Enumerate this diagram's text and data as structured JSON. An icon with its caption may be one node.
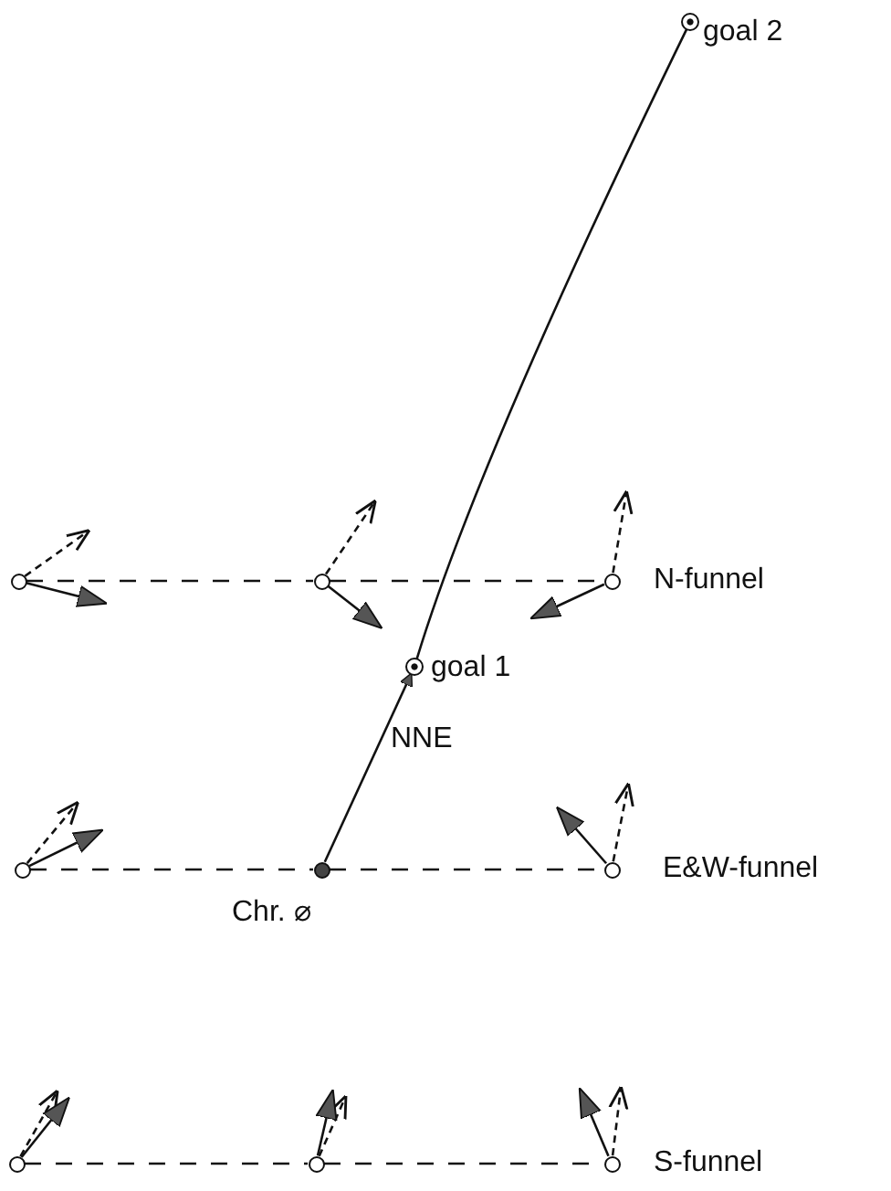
{
  "diagram": {
    "nodes": [
      {
        "text": [
          "goal 2"
        ]
      },
      {
        "text": [],
        "shape": "circle"
      },
      {
        "text": [],
        "shape": "circle"
      },
      {
        "text": [],
        "shape": "circle"
      },
      {
        "text": [
          "goal 1"
        ]
      },
      {
        "text": [],
        "shape": "circle"
      },
      {
        "text": [
          "Chr. ⌀"
        ]
      },
      {
        "text": [],
        "shape": "circle"
      },
      {
        "text": [],
        "shape": "circle"
      },
      {
        "text": [],
        "shape": "circle"
      },
      {
        "text": [],
        "shape": "circle"
      }
    ],
    "edges": [
      {
        "from": 1,
        "to": 2,
        "arrow": "none",
        "style": "dashed"
      },
      {
        "from": 2,
        "to": 3,
        "arrow": "none",
        "style": "dashed"
      },
      {
        "from": 5,
        "to": 6,
        "arrow": "none",
        "style": "dashed"
      },
      {
        "from": 6,
        "to": 7,
        "arrow": "none",
        "style": "dashed"
      },
      {
        "from": 8,
        "to": 9,
        "arrow": "none",
        "style": "dashed"
      },
      {
        "from": 9,
        "to": 10,
        "arrow": "none",
        "style": "dashed"
      },
      {
        "from": 6,
        "to": 4,
        "arrow": "to",
        "label": "NNE"
      },
      {
        "from": 4,
        "to": 0,
        "arrow": "none"
      }
    ],
    "labels": [
      "N-funnel",
      "E&W-funnel",
      "S-funnel"
    ]
  }
}
